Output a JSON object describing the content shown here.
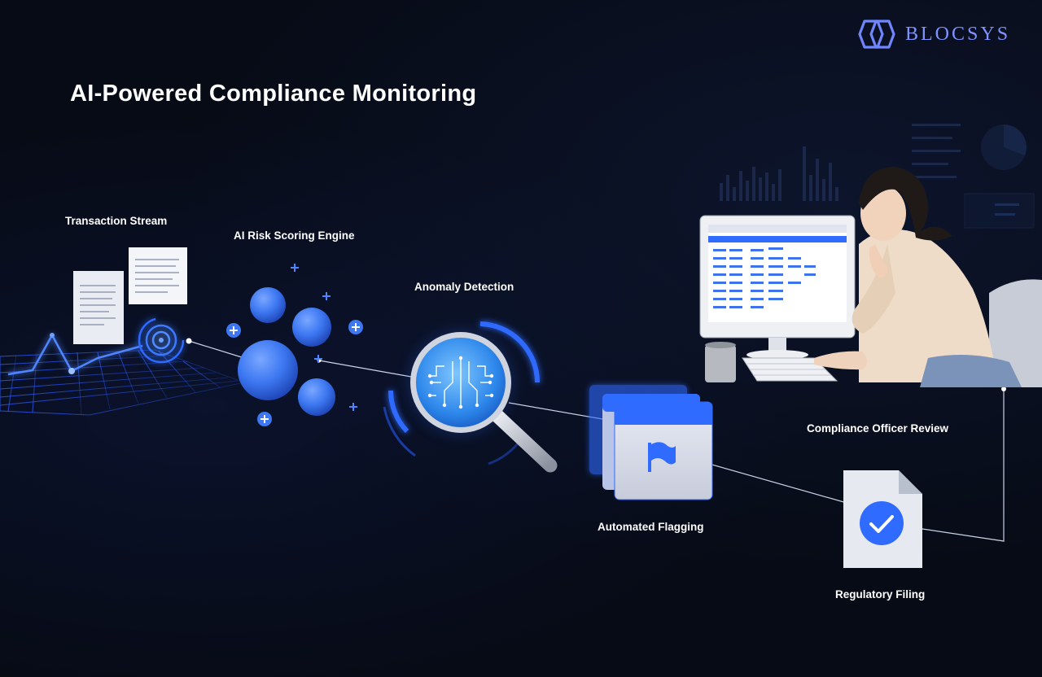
{
  "title": "AI-Powered Compliance Monitoring",
  "brand": {
    "name": "BLOCSYS",
    "logo_icon": "interlocking-hexagon-logo",
    "color": "#7f93ff"
  },
  "steps": {
    "transaction_stream": "Transaction Stream",
    "risk_engine": "AI Risk Scoring Engine",
    "anomaly_detection": "Anomaly Detection",
    "automated_flagging": "Automated Flagging",
    "officer_review": "Compliance Officer Review",
    "regulatory_filing": "Regulatory Filing"
  },
  "icons": {
    "document": "document-icon",
    "radar": "radar-rings-icon",
    "magnifier": "magnifying-glass-circuit-icon",
    "flag": "flag-icon",
    "check": "checkmark-document-icon",
    "plus": "plus-icon"
  },
  "colors": {
    "background": "#070b16",
    "accent_blue": "#2f6bff",
    "sphere_blue": "#3d78f2",
    "text": "#ffffff",
    "connector": "#c9d2e6"
  }
}
